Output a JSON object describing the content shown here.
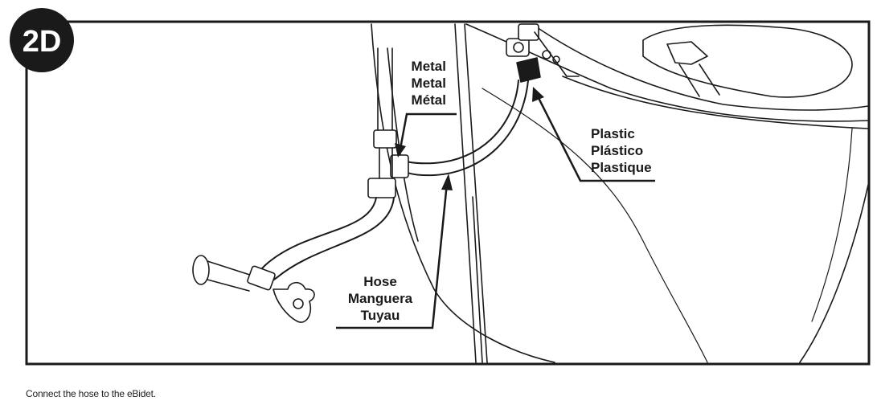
{
  "step_badge": "2D",
  "labels": {
    "metal": [
      "Metal",
      "Metal",
      "Métal"
    ],
    "plastic": [
      "Plastic",
      "Plástico",
      "Plastique"
    ],
    "hose": [
      "Hose",
      "Manguera",
      "Tuyau"
    ]
  },
  "caption": "Connect the hose to the eBidet.",
  "colors": {
    "line": "#1a1a1a",
    "badge": "#1a1a1a",
    "background": "#ffffff"
  }
}
